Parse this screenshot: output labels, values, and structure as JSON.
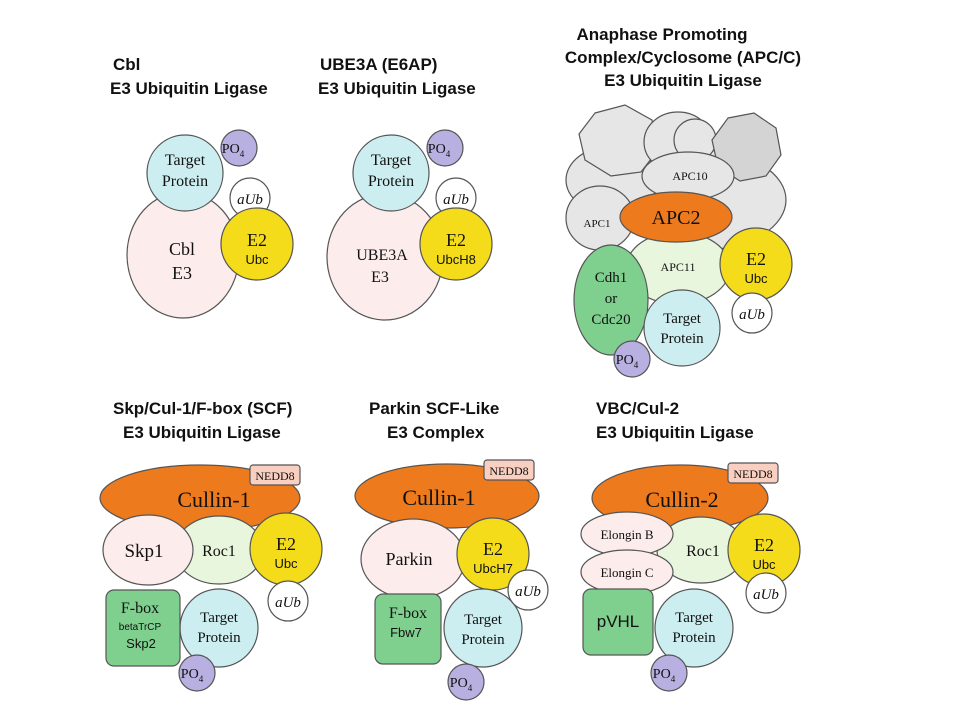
{
  "colors": {
    "target": "#cdeef0",
    "e3": "#fdecec",
    "e2": "#f5dc1a",
    "po4": "#b8b0e0",
    "aub": "#ffffff",
    "cullin": "#ee7a1e",
    "roc": "#e7f6dd",
    "fbox": "#7fd08f",
    "nedd": "#f8cfc0",
    "apc_grey": "#e6e6e6",
    "apc_grey_dark": "#d4d4d4"
  },
  "panels": {
    "cbl": {
      "title_line1": "Cbl",
      "title_line2": "E3 Ubiquitin Ligase",
      "target_line1": "Target",
      "target_line2": "Protein",
      "po4": "PO",
      "po4_sub": "4",
      "aub": "aUb",
      "e3_line1": "Cbl",
      "e3_line2": "E3",
      "e2_line1": "E2",
      "e2_line2": "Ubc"
    },
    "ube3a": {
      "title_line1": "UBE3A (E6AP)",
      "title_line2": "E3 Ubiquitin Ligase",
      "target_line1": "Target",
      "target_line2": "Protein",
      "po4": "PO",
      "po4_sub": "4",
      "aub": "aUb",
      "e3_line1": "UBE3A",
      "e3_line2": "E3",
      "e2_line1": "E2",
      "e2_line2": "UbcH8"
    },
    "apc": {
      "title_line1": "Anaphase Promoting",
      "title_line2": "Complex/Cyclosome (APC/C)",
      "title_line3": "E3 Ubiquitin Ligase",
      "apc10": "APC10",
      "apc1": "APC1",
      "apc2": "APC2",
      "apc11": "APC11",
      "e2_line1": "E2",
      "e2_line2": "Ubc",
      "cdh_line1": "Cdh1",
      "cdh_line2": "or",
      "cdh_line3": "Cdc20",
      "target_line1": "Target",
      "target_line2": "Protein",
      "aub": "aUb",
      "po4": "PO",
      "po4_sub": "4"
    },
    "scf": {
      "title_line1": "Skp/Cul-1/F-box (SCF)",
      "title_line2": "E3 Ubiquitin Ligase",
      "nedd8": "NEDD8",
      "cullin": "Cullin-1",
      "skp1": "Skp1",
      "roc1": "Roc1",
      "e2_line1": "E2",
      "e2_line2": "Ubc",
      "fbox_line1": "F-box",
      "fbox_line2": "betaTrCP",
      "fbox_line3": "Skp2",
      "target_line1": "Target",
      "target_line2": "Protein",
      "aub": "aUb",
      "po4": "PO",
      "po4_sub": "4"
    },
    "parkin": {
      "title_line1": "Parkin SCF-Like",
      "title_line2": "E3 Complex",
      "nedd8": "NEDD8",
      "cullin": "Cullin-1",
      "parkin": "Parkin",
      "e2_line1": "E2",
      "e2_line2": "UbcH7",
      "aub": "aUb",
      "fbox_line1": "F-box",
      "fbox_line2": "Fbw7",
      "target_line1": "Target",
      "target_line2": "Protein",
      "po4": "PO",
      "po4_sub": "4"
    },
    "vbc": {
      "title_line1": "VBC/Cul-2",
      "title_line2": "E3 Ubiquitin Ligase",
      "nedd8": "NEDD8",
      "cullin": "Cullin-2",
      "elonginb": "Elongin B",
      "elonginc": "Elongin C",
      "roc1": "Roc1",
      "e2_line1": "E2",
      "e2_line2": "Ubc",
      "pvhl": "pVHL",
      "target_line1": "Target",
      "target_line2": "Protein",
      "aub": "aUb",
      "po4": "PO",
      "po4_sub": "4"
    }
  }
}
